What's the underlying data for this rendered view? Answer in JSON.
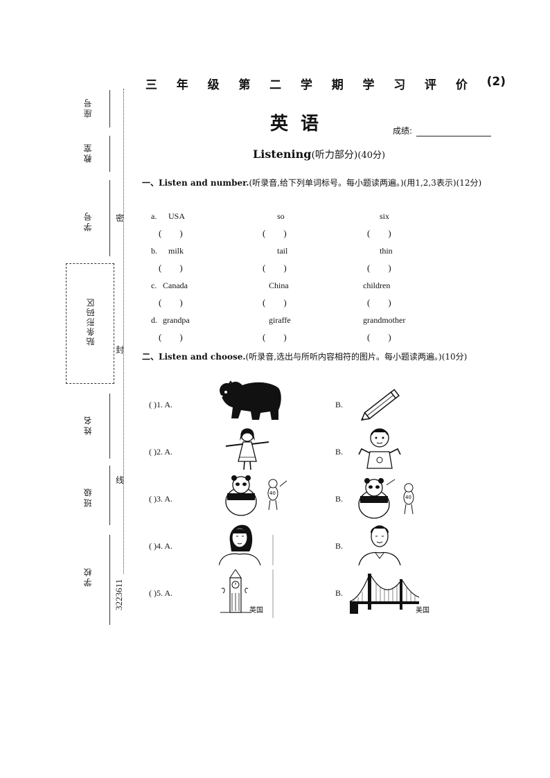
{
  "sidebar": {
    "seat_no": "座号",
    "classroom": "教室",
    "student_no": "学号",
    "barcode_area": "贴条形码区",
    "name": "姓名",
    "class": "班级",
    "school": "学校",
    "serial": "3223611",
    "seal_mi": "密",
    "seal_feng": "封",
    "seal_xian": "线"
  },
  "header": {
    "title_chars": [
      "三",
      "年",
      "级",
      "第",
      "二",
      "学",
      "期",
      "学",
      "习",
      "评",
      "价",
      "(2)"
    ],
    "subject": "英语",
    "score_label": "成绩:"
  },
  "listening": {
    "title": "Listening",
    "title_cn": "(听力部分)",
    "points": "(40分)"
  },
  "section1": {
    "number": "一、",
    "title": "Listen and number.",
    "instruction": "(听录音,给下列单词标号。每小题读两遍。)(用1,2,3表示)(12分)",
    "rows": [
      {
        "letter": "a.",
        "words": [
          "USA",
          "so",
          "six"
        ]
      },
      {
        "letter": "b.",
        "words": [
          "milk",
          "tail",
          "thin"
        ]
      },
      {
        "letter": "c.",
        "words": [
          "Canada",
          "China",
          "children"
        ]
      },
      {
        "letter": "d.",
        "words": [
          "grandpa",
          "giraffe",
          "grandmother"
        ]
      }
    ],
    "paren": "(        )"
  },
  "section2": {
    "number": "二、",
    "title": "Listen and choose.",
    "instruction": "(听录音,选出与所听内容相符的图片。每小题读两遍。)(10分)",
    "questions": [
      {
        "label": "(        )1. A.",
        "b": "B.",
        "a_pic": "bear",
        "b_pic": "pencil"
      },
      {
        "label": "(        )2. A.",
        "b": "B.",
        "a_pic": "girl",
        "b_pic": "boy-shrug"
      },
      {
        "label": "(        )3. A.",
        "b": "B.",
        "a_pic": "panda-40",
        "b_pic": "panda-40"
      },
      {
        "label": "(        )4. A.",
        "b": "B.",
        "a_pic": "woman",
        "b_pic": "man"
      },
      {
        "label": "(        )5. A.",
        "b": "B.",
        "a_pic": "big-ben",
        "b_pic": "golden-gate-bridge",
        "a_caption": "英国",
        "b_caption": "美国"
      }
    ],
    "panda_tag": "40"
  }
}
